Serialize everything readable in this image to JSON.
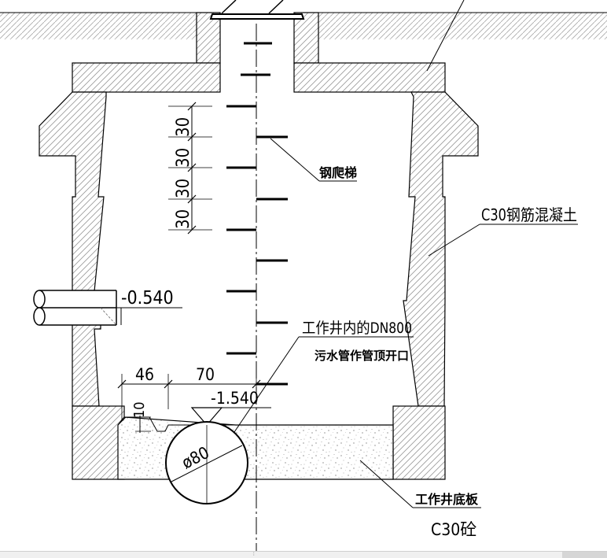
{
  "drawing": {
    "labels": {
      "ladder": "钢爬梯",
      "wall_material": "C30钢筋混凝土",
      "pipe_elevation": "-0.540",
      "jacking_line1": "工作井内的DN800",
      "jacking_line2": "污水管作管顶开口",
      "invert_elevation": "-1.540",
      "base_slab": "工作井底板",
      "base_material": "C30砼"
    },
    "dimensions": {
      "rung_spacing": [
        "30",
        "30",
        "30",
        "30"
      ],
      "dim_46": "46",
      "dim_70": "70",
      "dim_10": "10",
      "pipe_diameter": "ø80"
    },
    "colors": {
      "line": "#000000",
      "hatch": "#9a9a9a",
      "background": "#ffffff"
    }
  }
}
